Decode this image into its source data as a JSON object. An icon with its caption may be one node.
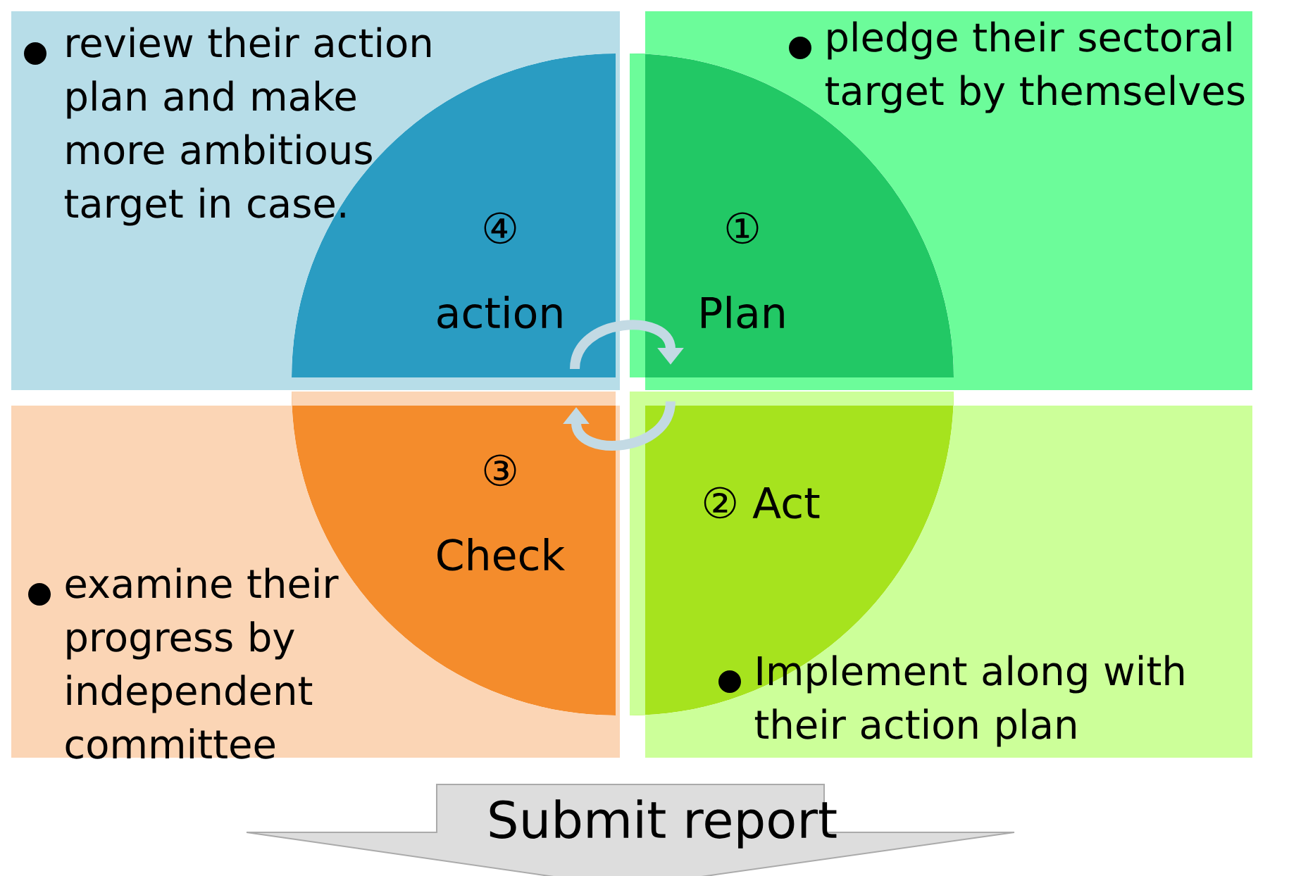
{
  "diagram": {
    "nodes": [
      {
        "text": [
          "review their action plan and make more ambitious target in case."
        ]
      },
      {
        "text": [
          "④",
          "action"
        ],
        "in": 0
      },
      {
        "text": [
          "pledge their sectoral target  by themselves"
        ]
      },
      {
        "text": [
          "①",
          "Plan"
        ],
        "in": 2
      },
      {
        "text": [
          "examine their progress by independent committee"
        ]
      },
      {
        "text": [
          "③",
          "Check"
        ],
        "in": 4
      },
      {
        "text": [
          "Implement along with their  action plan"
        ]
      },
      {
        "text": [
          "② Act"
        ],
        "in": 6
      },
      {
        "text": [
          "Submit  report"
        ]
      }
    ],
    "edges": [
      {
        "from": 1,
        "to": 3,
        "arrow": "to"
      },
      {
        "from": 7,
        "to": 5,
        "arrow": "to"
      }
    ]
  }
}
